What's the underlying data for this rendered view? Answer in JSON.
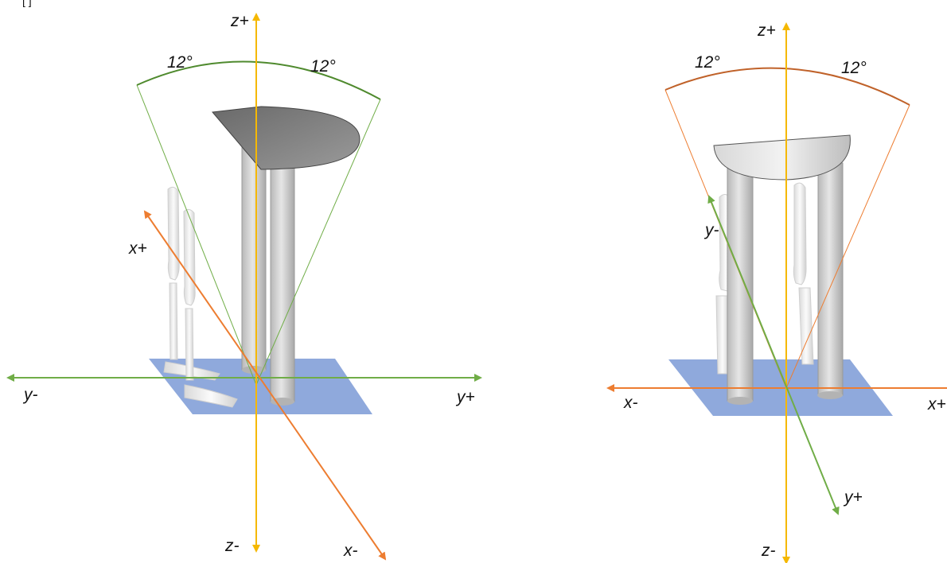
{
  "top_fragment": "[ ]",
  "colors": {
    "z_axis": "#f5b800",
    "x_axis": "#ed7d31",
    "y_axis": "#70ad47",
    "plane": "#8fa9dc",
    "arc_left": "#4f8a2e",
    "arc_right": "#c0622a"
  },
  "left": {
    "axes": {
      "z_pos": "z+",
      "z_neg": "z-",
      "x_pos": "x+",
      "x_neg": "x-",
      "y_pos": "y+",
      "y_neg": "y-"
    },
    "angles": {
      "a1": "12°",
      "a2": "12°"
    }
  },
  "right": {
    "axes": {
      "z_pos": "z+",
      "z_neg": "z-",
      "x_pos": "x+",
      "x_neg": "x-",
      "y_pos": "y+",
      "y_neg": "y-"
    },
    "angles": {
      "a1": "12°",
      "a2": "12°"
    }
  }
}
